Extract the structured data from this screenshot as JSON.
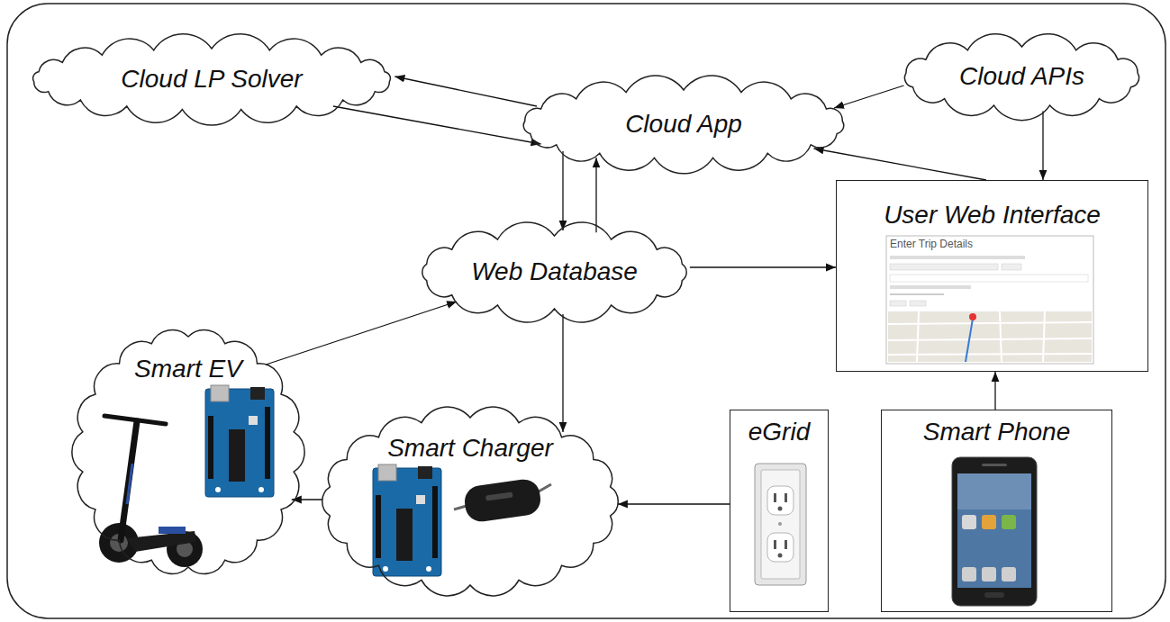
{
  "diagram": {
    "nodes": [
      {
        "text": [
          "Cloud LP Solver"
        ]
      },
      {
        "text": [
          "Cloud App"
        ]
      },
      {
        "text": [
          "Cloud APIs"
        ]
      },
      {
        "text": [
          "Web Database"
        ]
      },
      {
        "text": [
          "User Web Interface"
        ]
      },
      {
        "text": [
          "Smart EV"
        ]
      },
      {
        "text": [
          "Smart Charger"
        ]
      },
      {
        "text": [
          "eGrid"
        ]
      },
      {
        "text": [
          "Smart Phone"
        ]
      }
    ],
    "edges": [
      {
        "from": 1,
        "to": 0,
        "arrow": "to"
      },
      {
        "from": 0,
        "to": 1,
        "arrow": "to"
      },
      {
        "from": 2,
        "to": 1,
        "arrow": "to"
      },
      {
        "from": 2,
        "to": 4,
        "arrow": "to"
      },
      {
        "from": 4,
        "to": 1,
        "arrow": "to"
      },
      {
        "from": 1,
        "to": 3,
        "arrow": "to"
      },
      {
        "from": 3,
        "to": 1,
        "arrow": "to"
      },
      {
        "from": 3,
        "to": 4,
        "arrow": "to"
      },
      {
        "from": 5,
        "to": 3,
        "arrow": "to"
      },
      {
        "from": 3,
        "to": 6,
        "arrow": "to"
      },
      {
        "from": 6,
        "to": 5,
        "arrow": "to"
      },
      {
        "from": 7,
        "to": 6,
        "arrow": "to"
      },
      {
        "from": 8,
        "to": 4,
        "arrow": "to"
      }
    ],
    "labels": [
      "Enter Trip Details"
    ]
  }
}
